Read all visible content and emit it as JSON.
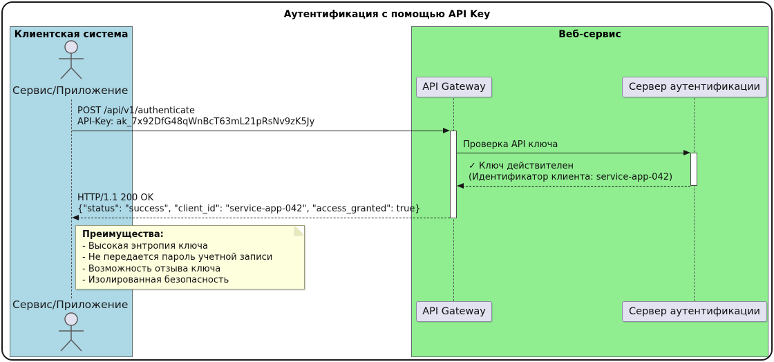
{
  "title": "Аутентификация с помощью API Key",
  "client_frame": {
    "label": "Клиентская система",
    "color": "#add8e6",
    "actor": {
      "top_label": "Сервис/Приложение",
      "bottom_label": "Сервис/Приложение"
    }
  },
  "service_frame": {
    "label": "Веб-сервис",
    "color": "#90ee90",
    "participants": [
      {
        "label": "API Gateway"
      },
      {
        "label": "Сервер аутентификации"
      }
    ]
  },
  "messages": [
    {
      "from": "Сервис/Приложение",
      "to": "API Gateway",
      "style": "solid",
      "lines": [
        "POST /api/v1/authenticate",
        "API-Key: ak_7x92DfG48qWnBcT63mL21pRsNv9zK5Jy"
      ]
    },
    {
      "from": "API Gateway",
      "to": "Сервер аутентификации",
      "style": "solid",
      "lines": [
        "Проверка API ключа"
      ]
    },
    {
      "from": "Сервер аутентификации",
      "to": "API Gateway",
      "style": "dashed",
      "lines": [
        "✓ Ключ действителен",
        "(Идентификатор клиента: service-app-042)"
      ]
    },
    {
      "from": "API Gateway",
      "to": "Сервис/Приложение",
      "style": "dashed",
      "lines": [
        "HTTP/1.1 200 OK",
        "{\"status\": \"success\", \"client_id\": \"service-app-042\", \"access_granted\": true}"
      ]
    }
  ],
  "note": {
    "title": "Преимущества:",
    "items": [
      "- Высокая энтропия ключа",
      "- Не передается пароль учетной записи",
      "- Возможность отзыва ключа",
      "- Изолированная безопасность"
    ],
    "color": "#feffdd"
  }
}
